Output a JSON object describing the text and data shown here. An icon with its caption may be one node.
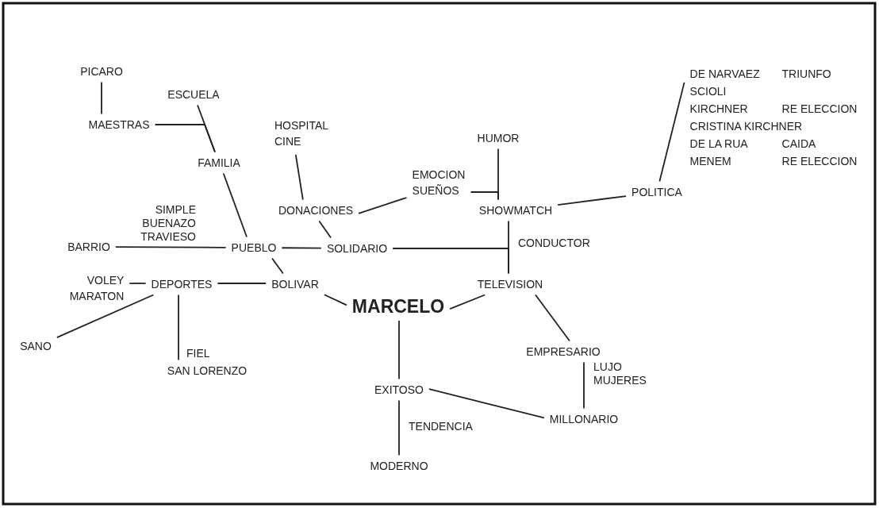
{
  "diagram": {
    "nodes": [
      {
        "text": [
          "PICARO"
        ]
      },
      {
        "text": [
          "ESCUELA"
        ]
      },
      {
        "text": [
          "MAESTRAS"
        ]
      },
      {
        "text": [
          "FAMILIA"
        ]
      },
      {
        "text": [
          "HOSPITAL",
          "CINE"
        ]
      },
      {
        "text": [
          "DONACIONES"
        ]
      },
      {
        "text": [
          "EMOCION",
          "SUEÑOS"
        ]
      },
      {
        "text": [
          "HUMOR"
        ]
      },
      {
        "text": [
          "SHOWMATCH"
        ]
      },
      {
        "text": [
          "POLITICA"
        ]
      },
      {
        "text": [
          "DE NARVAEZ",
          "TRIUNFO",
          "SCIOLI",
          "KIRCHNER",
          "RE ELECCION",
          "CRISTINA KIRCHNER",
          "DE LA RUA",
          "CAIDA",
          "MENEM",
          "RE ELECCION"
        ]
      },
      {
        "text": [
          "BARRIO"
        ]
      },
      {
        "text": [
          "PUEBLO"
        ]
      },
      {
        "text": [
          "SOLIDARIO"
        ]
      },
      {
        "text": [
          "TELEVISION"
        ]
      },
      {
        "text": [
          "VOLEY",
          "MARATON"
        ]
      },
      {
        "text": [
          "DEPORTES"
        ]
      },
      {
        "text": [
          "BOLIVAR"
        ]
      },
      {
        "text": [
          "MARCELO"
        ]
      },
      {
        "text": [
          "SANO"
        ]
      },
      {
        "text": [
          "SAN LORENZO"
        ]
      },
      {
        "text": [
          "EMPRESARIO"
        ]
      },
      {
        "text": [
          "EXITOSO"
        ]
      },
      {
        "text": [
          "MILLONARIO"
        ]
      },
      {
        "text": [
          "MODERNO"
        ]
      }
    ],
    "edges": [
      {
        "from": 0,
        "to": 2,
        "arrow": "none"
      },
      {
        "from": 1,
        "to": 3,
        "arrow": "none"
      },
      {
        "from": 2,
        "to": 3,
        "arrow": "none"
      },
      {
        "from": 3,
        "to": 12,
        "arrow": "none"
      },
      {
        "from": 4,
        "to": 5,
        "arrow": "none"
      },
      {
        "from": 5,
        "to": 6,
        "arrow": "none"
      },
      {
        "from": 7,
        "to": 8,
        "arrow": "none"
      },
      {
        "from": 6,
        "to": 8,
        "arrow": "none"
      },
      {
        "from": 8,
        "to": 9,
        "arrow": "none"
      },
      {
        "from": 9,
        "to": 10,
        "arrow": "none"
      },
      {
        "from": 11,
        "to": 12,
        "arrow": "none",
        "label": "SIMPLE BUENAZO TRAVIESO"
      },
      {
        "from": 12,
        "to": 13,
        "arrow": "none"
      },
      {
        "from": 5,
        "to": 13,
        "arrow": "none"
      },
      {
        "from": 13,
        "to": 14,
        "arrow": "none"
      },
      {
        "from": 8,
        "to": 14,
        "arrow": "none",
        "label": "CONDUCTOR"
      },
      {
        "from": 12,
        "to": 17,
        "arrow": "none"
      },
      {
        "from": 15,
        "to": 16,
        "arrow": "none"
      },
      {
        "from": 16,
        "to": 17,
        "arrow": "none"
      },
      {
        "from": 17,
        "to": 18,
        "arrow": "none"
      },
      {
        "from": 18,
        "to": 14,
        "arrow": "none"
      },
      {
        "from": 14,
        "to": 21,
        "arrow": "none"
      },
      {
        "from": 16,
        "to": 19,
        "arrow": "none"
      },
      {
        "from": 16,
        "to": 20,
        "arrow": "none",
        "label": "FIEL"
      },
      {
        "from": 18,
        "to": 22,
        "arrow": "none"
      },
      {
        "from": 22,
        "to": 24,
        "arrow": "none",
        "label": "TENDENCIA"
      },
      {
        "from": 21,
        "to": 23,
        "arrow": "none",
        "label": "LUJO MUJERES"
      },
      {
        "from": 22,
        "to": 23,
        "arrow": "none"
      }
    ]
  }
}
